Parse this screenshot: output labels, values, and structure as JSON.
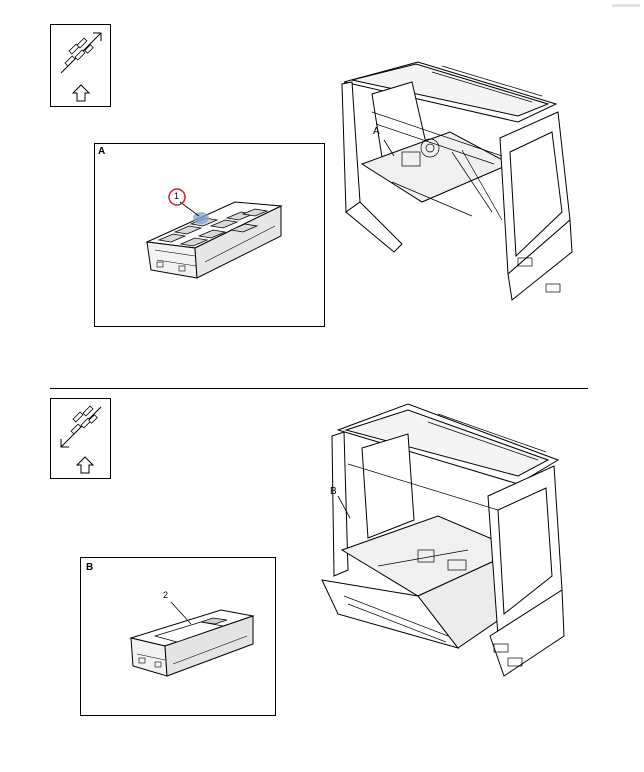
{
  "top_section": {
    "detail_label": "A",
    "cab_callout": "A",
    "part_number": "1"
  },
  "bottom_section": {
    "detail_label": "B",
    "cab_callout": "B",
    "part_number": "2"
  },
  "colors": {
    "highlight_ring": "#cc1f2a",
    "highlight_blob": "#7fa3d6",
    "line": "#000000"
  }
}
